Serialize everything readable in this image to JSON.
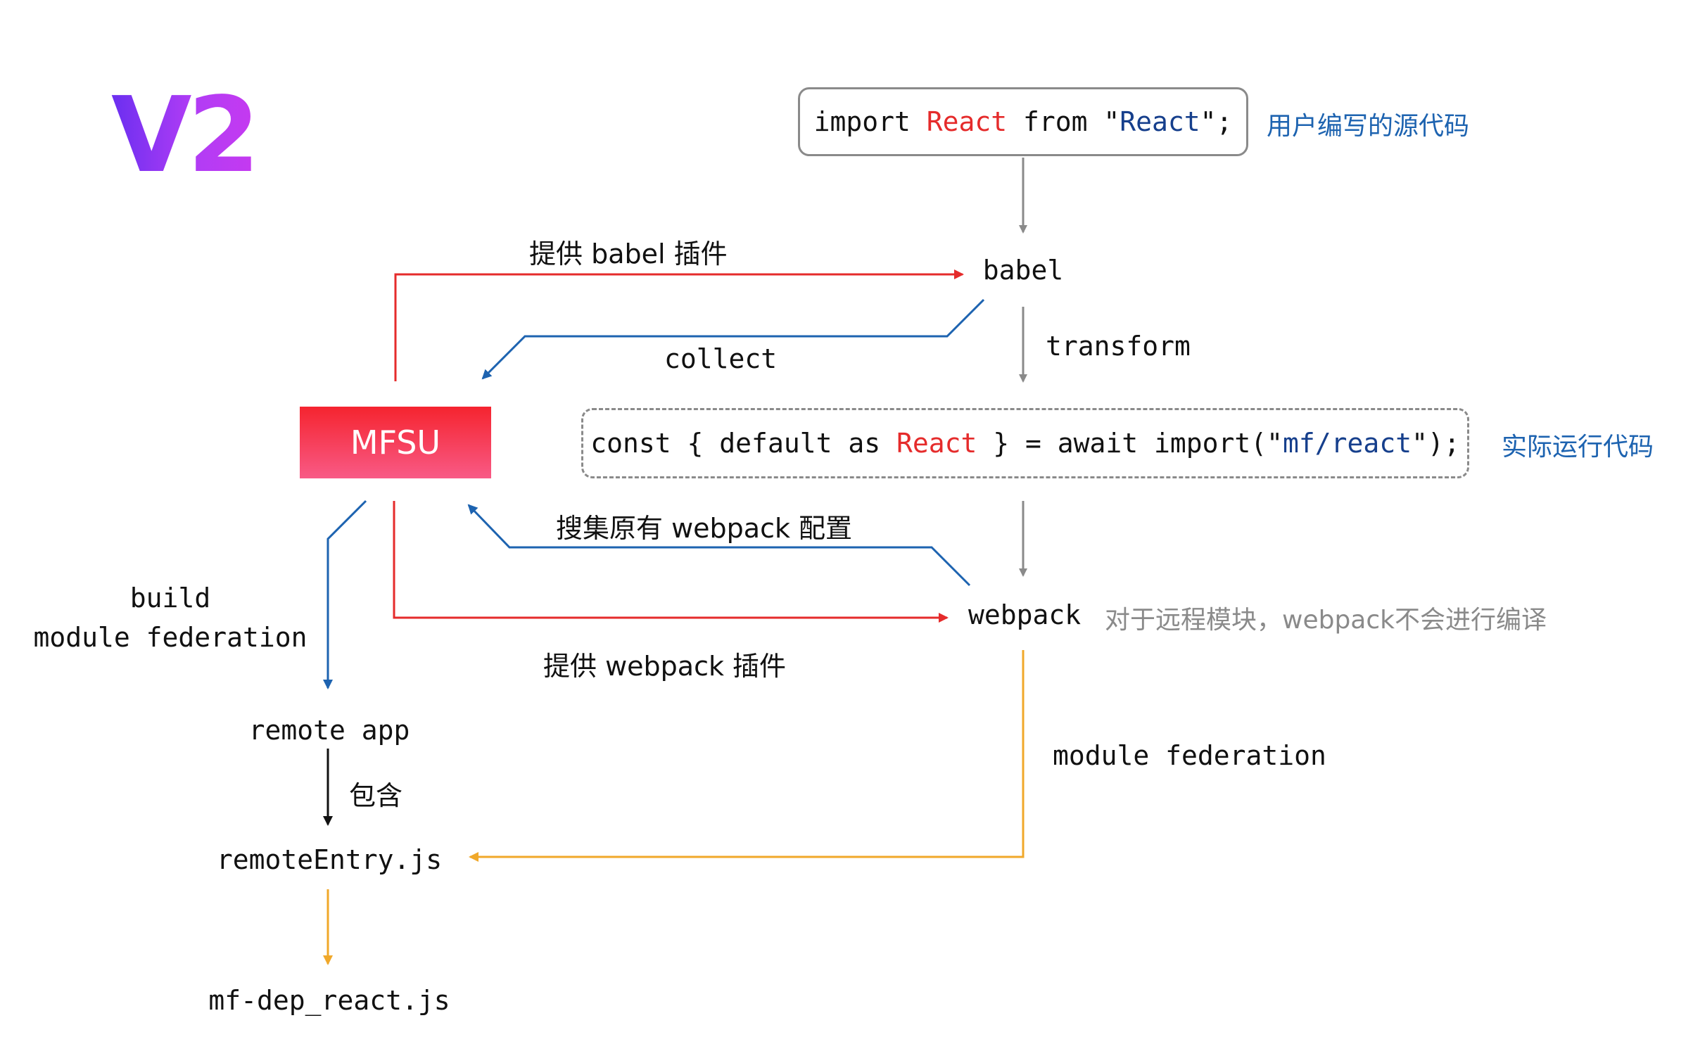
{
  "title": "V2",
  "source_box": {
    "parts": [
      "import ",
      "React",
      " from \"",
      "React",
      "\";"
    ]
  },
  "source_note": "用户编写的源代码",
  "runtime_box": {
    "parts": [
      "const { default as ",
      "React",
      " } = await import(\"",
      "mf/react",
      "\");"
    ]
  },
  "runtime_note": "实际运行代码",
  "mfsu_label": "MFSU",
  "nodes": {
    "babel": "babel",
    "webpack": "webpack",
    "remote_app": "remote app",
    "remote_entry": "remoteEntry.js",
    "mf_dep": "mf-dep_react.js"
  },
  "webpack_note": "对于远程模块，webpack不会进行编译",
  "edge_labels": {
    "provide_babel": "提供 babel 插件",
    "collect": "collect",
    "transform": "transform",
    "collect_webpack": "搜集原有 webpack 配置",
    "provide_webpack": "提供 webpack 插件",
    "build_1": "build",
    "build_2": "module federation",
    "contains": "包含",
    "module_federation": "module federation"
  },
  "colors": {
    "red": "#e52b2b",
    "blue": "#1d63b0",
    "gray": "#8a8a8a",
    "orange": "#f0a82a",
    "black": "#111111"
  }
}
